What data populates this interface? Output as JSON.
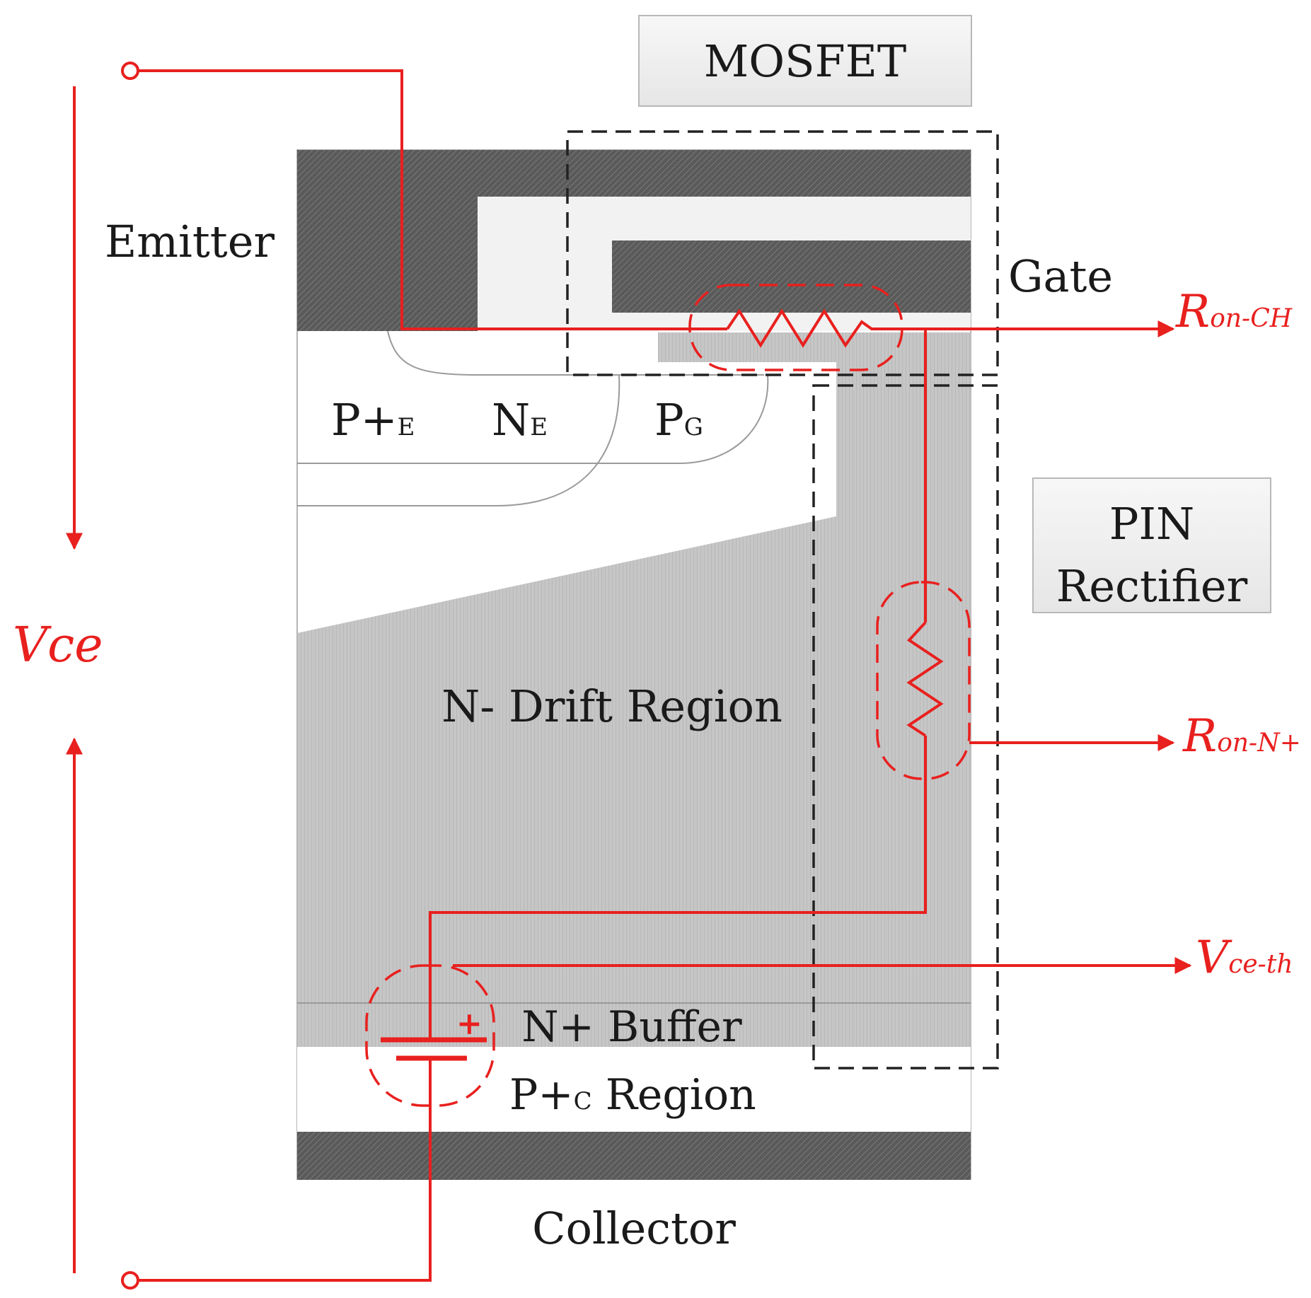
{
  "labels": {
    "mosfet": "MOSFET",
    "emitter": "Emitter",
    "gate": "Gate",
    "pin_line1": "PIN",
    "pin_line2": "Rectifier",
    "p_plus_e_main": "P+",
    "p_plus_e_sub": "E",
    "n_e_main": "N",
    "n_e_sub": "E",
    "p_g_main": "P",
    "p_g_sub": "G",
    "drift": "N- Drift Region",
    "buffer": "N+ Buffer",
    "p_plus_c_main": "P+",
    "p_plus_c_sub": "C",
    "p_plus_c_rest": " Region",
    "collector": "Collector",
    "vce": "Vce",
    "battery_plus": "+"
  },
  "outputs": {
    "ron_ch_main": "R",
    "ron_ch_sub": "on-CH",
    "ron_n_main": "R",
    "ron_n_sub": "on-N+",
    "vce_th_main": "V",
    "vce_th_sub": "ce-th"
  },
  "colors": {
    "metal": "#5e5e5e",
    "drift": "#c4c4c4",
    "circuit": "#e8201e",
    "outline": "#222222"
  }
}
